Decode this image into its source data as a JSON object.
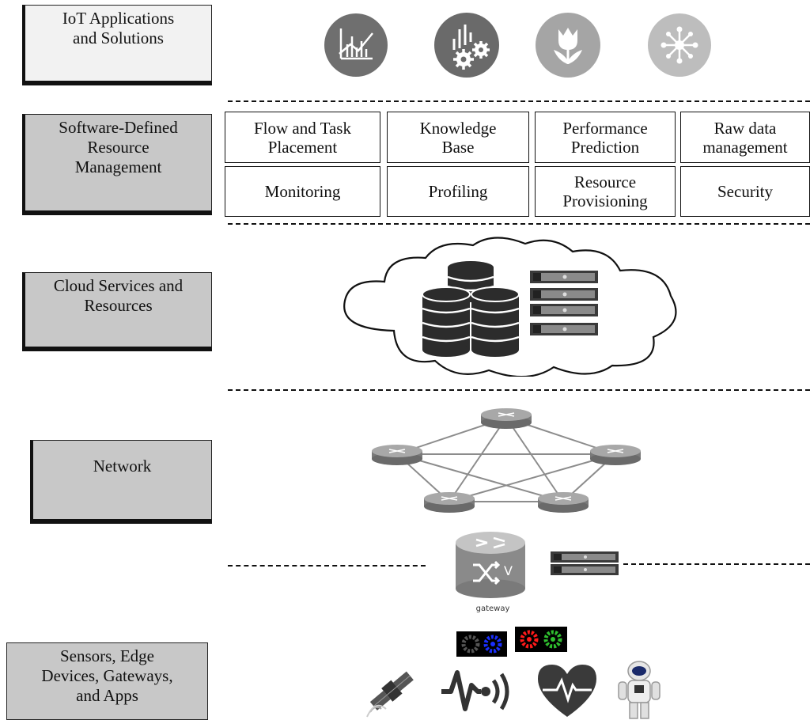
{
  "layers": {
    "iot_apps": "IoT Applications\nand Solutions",
    "sdrm": "Software-Defined\nResource\nManagement",
    "cloud": "Cloud Services and\nResources",
    "network": "Network",
    "sensors": "Sensors, Edge\nDevices, Gateways,\nand Apps"
  },
  "resource_management": {
    "row1": [
      "Flow and Task\nPlacement",
      "Knowledge\nBase",
      "Performance\nPrediction",
      "Raw data\nmanagement"
    ],
    "row2": [
      "Monitoring",
      "Profiling",
      "Resource\nProvisioning",
      "Security"
    ]
  },
  "gateway_label": "gateway",
  "gateway_v": "V",
  "icons": {
    "apps": [
      "analytics-chart-icon",
      "data-gears-icon",
      "tulip-icon",
      "network-hub-icon"
    ],
    "sensors": [
      "satellite-icon",
      "signal-sensor-icon",
      "heart-rate-icon",
      "robot-icon"
    ]
  }
}
